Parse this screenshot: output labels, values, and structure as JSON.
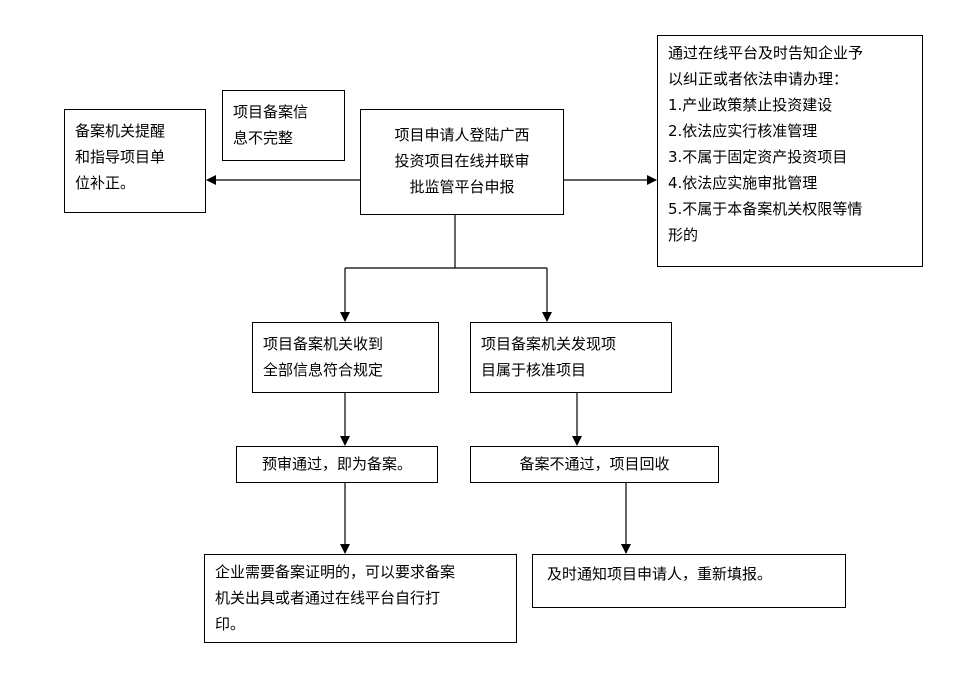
{
  "nodes": {
    "apply": {
      "lines": [
        "项目申请人登陆广西",
        "投资项目在线并联审",
        "批监管平台申报"
      ]
    },
    "incomplete_label": {
      "lines": [
        "项目备案信",
        "息不完整"
      ]
    },
    "remind": {
      "lines": [
        "备案机关提醒",
        "和指导项目单",
        "位补正。"
      ]
    },
    "notice": {
      "lines": [
        "通过在线平台及时告知企业予",
        "以纠正或者依法申请办理：",
        "1.产业政策禁止投资建设",
        "2.依法应实行核准管理",
        "3.不属于固定资产投资项目",
        "4.依法应实施审批管理",
        "5.不属于本备案机关权限等情",
        "形的"
      ]
    },
    "received": {
      "lines": [
        "项目备案机关收到",
        "全部信息符合规定"
      ]
    },
    "approval_found": {
      "lines": [
        "项目备案机关发现项",
        "目属于核准项目"
      ]
    },
    "pass": {
      "text": "预审通过，即为备案。"
    },
    "fail": {
      "text": "备案不通过，项目回收"
    },
    "print": {
      "lines": [
        "企业需要备案证明的，可以要求备案",
        "机关出具或者通过在线平台自行打",
        "印。"
      ]
    },
    "notify": {
      "text": "及时通知项目申请人，重新填报。"
    }
  }
}
